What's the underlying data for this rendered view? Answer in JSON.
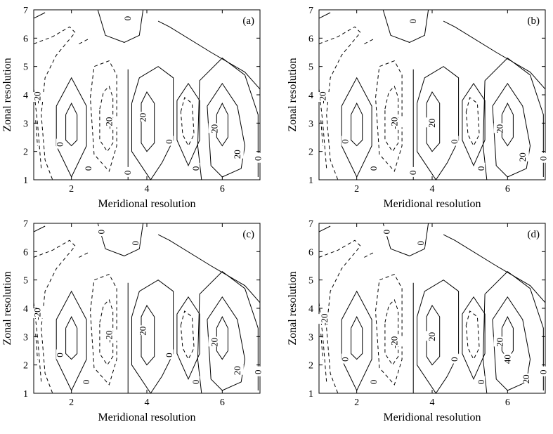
{
  "chart_data": [
    {
      "type": "contour",
      "panel_label": "(a)",
      "xlabel": "Meridional resolution",
      "ylabel": "Zonal resolution",
      "xlim": [
        1,
        7
      ],
      "ylim": [
        1,
        7
      ],
      "xticks": [
        2,
        4,
        6
      ],
      "yticks": [
        1,
        2,
        3,
        4,
        5,
        6,
        7
      ],
      "contour_labels": [
        {
          "text": "0",
          "x": 1.7,
          "y": 2.25
        },
        {
          "text": "0",
          "x": 2.45,
          "y": 1.4
        },
        {
          "text": "0",
          "x": 3.5,
          "y": 6.7
        },
        {
          "text": "0",
          "x": 3.5,
          "y": 1.25
        },
        {
          "text": "0",
          "x": 4.6,
          "y": 2.35
        },
        {
          "text": "0",
          "x": 5.3,
          "y": 1.4
        },
        {
          "text": "0",
          "x": 6.95,
          "y": 1.75
        },
        {
          "text": "-20",
          "x": 1.1,
          "y": 3.9
        },
        {
          "text": "-20",
          "x": 3.0,
          "y": 3.0
        },
        {
          "text": "20",
          "x": 3.9,
          "y": 3.2
        },
        {
          "text": "20",
          "x": 5.8,
          "y": 2.8
        },
        {
          "text": "20",
          "x": 6.4,
          "y": 1.9
        }
      ]
    },
    {
      "type": "contour",
      "panel_label": "(b)",
      "xlabel": "Meridional resolution",
      "ylabel": "Zonal resolution",
      "xlim": [
        1,
        7
      ],
      "ylim": [
        1,
        7
      ],
      "xticks": [
        2,
        4,
        6
      ],
      "yticks": [
        1,
        2,
        3,
        4,
        5,
        6,
        7
      ],
      "contour_labels": [
        {
          "text": "0",
          "x": 1.7,
          "y": 2.35
        },
        {
          "text": "0",
          "x": 2.45,
          "y": 1.4
        },
        {
          "text": "0",
          "x": 3.5,
          "y": 6.6
        },
        {
          "text": "0",
          "x": 3.5,
          "y": 1.25
        },
        {
          "text": "0",
          "x": 4.6,
          "y": 2.35
        },
        {
          "text": "0",
          "x": 5.3,
          "y": 1.4
        },
        {
          "text": "0",
          "x": 6.95,
          "y": 1.75
        },
        {
          "text": "-20",
          "x": 1.1,
          "y": 3.9
        },
        {
          "text": "-20",
          "x": 3.0,
          "y": 3.0
        },
        {
          "text": "20",
          "x": 4.0,
          "y": 3.0
        },
        {
          "text": "20",
          "x": 5.8,
          "y": 2.8
        },
        {
          "text": "20",
          "x": 6.4,
          "y": 1.8
        }
      ]
    },
    {
      "type": "contour",
      "panel_label": "(c)",
      "xlabel": "Meridional resolution",
      "ylabel": "Zonal resolution",
      "xlim": [
        1,
        7
      ],
      "ylim": [
        1,
        7
      ],
      "xticks": [
        2,
        4,
        6
      ],
      "yticks": [
        1,
        2,
        3,
        4,
        5,
        6,
        7
      ],
      "contour_labels": [
        {
          "text": "0",
          "x": 1.7,
          "y": 2.35
        },
        {
          "text": "0",
          "x": 2.4,
          "y": 1.4
        },
        {
          "text": "0",
          "x": 2.8,
          "y": 6.7
        },
        {
          "text": "0",
          "x": 3.7,
          "y": 6.3
        },
        {
          "text": "0",
          "x": 4.6,
          "y": 2.35
        },
        {
          "text": "0",
          "x": 5.3,
          "y": 1.4
        },
        {
          "text": "0",
          "x": 6.95,
          "y": 1.75
        },
        {
          "text": "-20",
          "x": 1.1,
          "y": 3.8
        },
        {
          "text": "-20",
          "x": 3.0,
          "y": 3.0
        },
        {
          "text": "20",
          "x": 3.9,
          "y": 3.2
        },
        {
          "text": "20",
          "x": 5.8,
          "y": 2.8
        },
        {
          "text": "20",
          "x": 6.4,
          "y": 1.8
        }
      ]
    },
    {
      "type": "contour",
      "panel_label": "(d)",
      "xlabel": "Meridional resolution",
      "ylabel": "Zonal resolution",
      "xlim": [
        1,
        7
      ],
      "ylim": [
        1,
        7
      ],
      "xticks": [
        2,
        4,
        6
      ],
      "yticks": [
        1,
        2,
        3,
        4,
        5,
        6,
        7
      ],
      "contour_labels": [
        {
          "text": "0",
          "x": 1.7,
          "y": 2.2
        },
        {
          "text": "0",
          "x": 2.45,
          "y": 1.4
        },
        {
          "text": "0",
          "x": 2.8,
          "y": 6.7
        },
        {
          "text": "0",
          "x": 3.7,
          "y": 6.3
        },
        {
          "text": "0",
          "x": 4.6,
          "y": 2.2
        },
        {
          "text": "0",
          "x": 5.3,
          "y": 1.4
        },
        {
          "text": "0",
          "x": 6.95,
          "y": 1.75
        },
        {
          "text": "-20",
          "x": 1.15,
          "y": 3.6
        },
        {
          "text": "-20",
          "x": 3.0,
          "y": 2.8
        },
        {
          "text": "20",
          "x": 4.0,
          "y": 3.0
        },
        {
          "text": "20",
          "x": 5.8,
          "y": 2.8
        },
        {
          "text": "40",
          "x": 6.0,
          "y": 2.2
        },
        {
          "text": "20",
          "x": 6.5,
          "y": 1.5
        }
      ]
    }
  ]
}
